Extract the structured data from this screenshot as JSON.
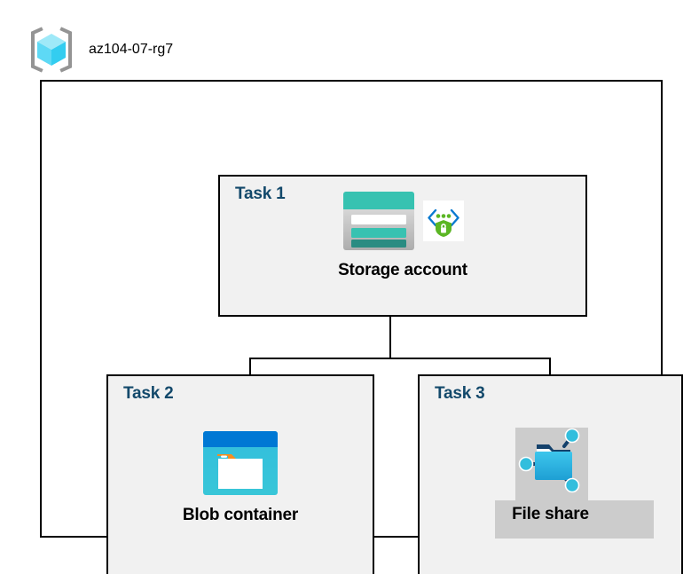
{
  "resource_group": {
    "icon": "resource-group-cube-icon",
    "name": "az104-07-rg7"
  },
  "tasks": [
    {
      "id": "task1",
      "label": "Task 1",
      "node": {
        "caption": "Storage account",
        "icons": [
          "storage-account-icon",
          "secure-endpoint-shield-icon"
        ]
      }
    },
    {
      "id": "task2",
      "label": "Task 2",
      "node": {
        "caption": "Blob container",
        "icons": [
          "blob-container-icon"
        ]
      }
    },
    {
      "id": "task3",
      "label": "Task 3",
      "node": {
        "caption": "File share",
        "icons": [
          "file-share-icon"
        ]
      }
    }
  ],
  "colors": {
    "task_label": "#13496b",
    "box_fill": "#f1f1f1",
    "box_border": "#000000",
    "storage_teal": "#37c2b1",
    "storage_teal_dark": "#2a8c82",
    "blob_blue": "#0078d4",
    "blob_cyan": "#32bedd",
    "blob_orange": "#f78d1e",
    "fileshare_cyan": "#32bedd",
    "shield_green": "#5bb624",
    "bracket_blue": "#0078d4",
    "rg_cube_cyan": "#5ed9f5",
    "highlight_plate": "#cccccc"
  }
}
